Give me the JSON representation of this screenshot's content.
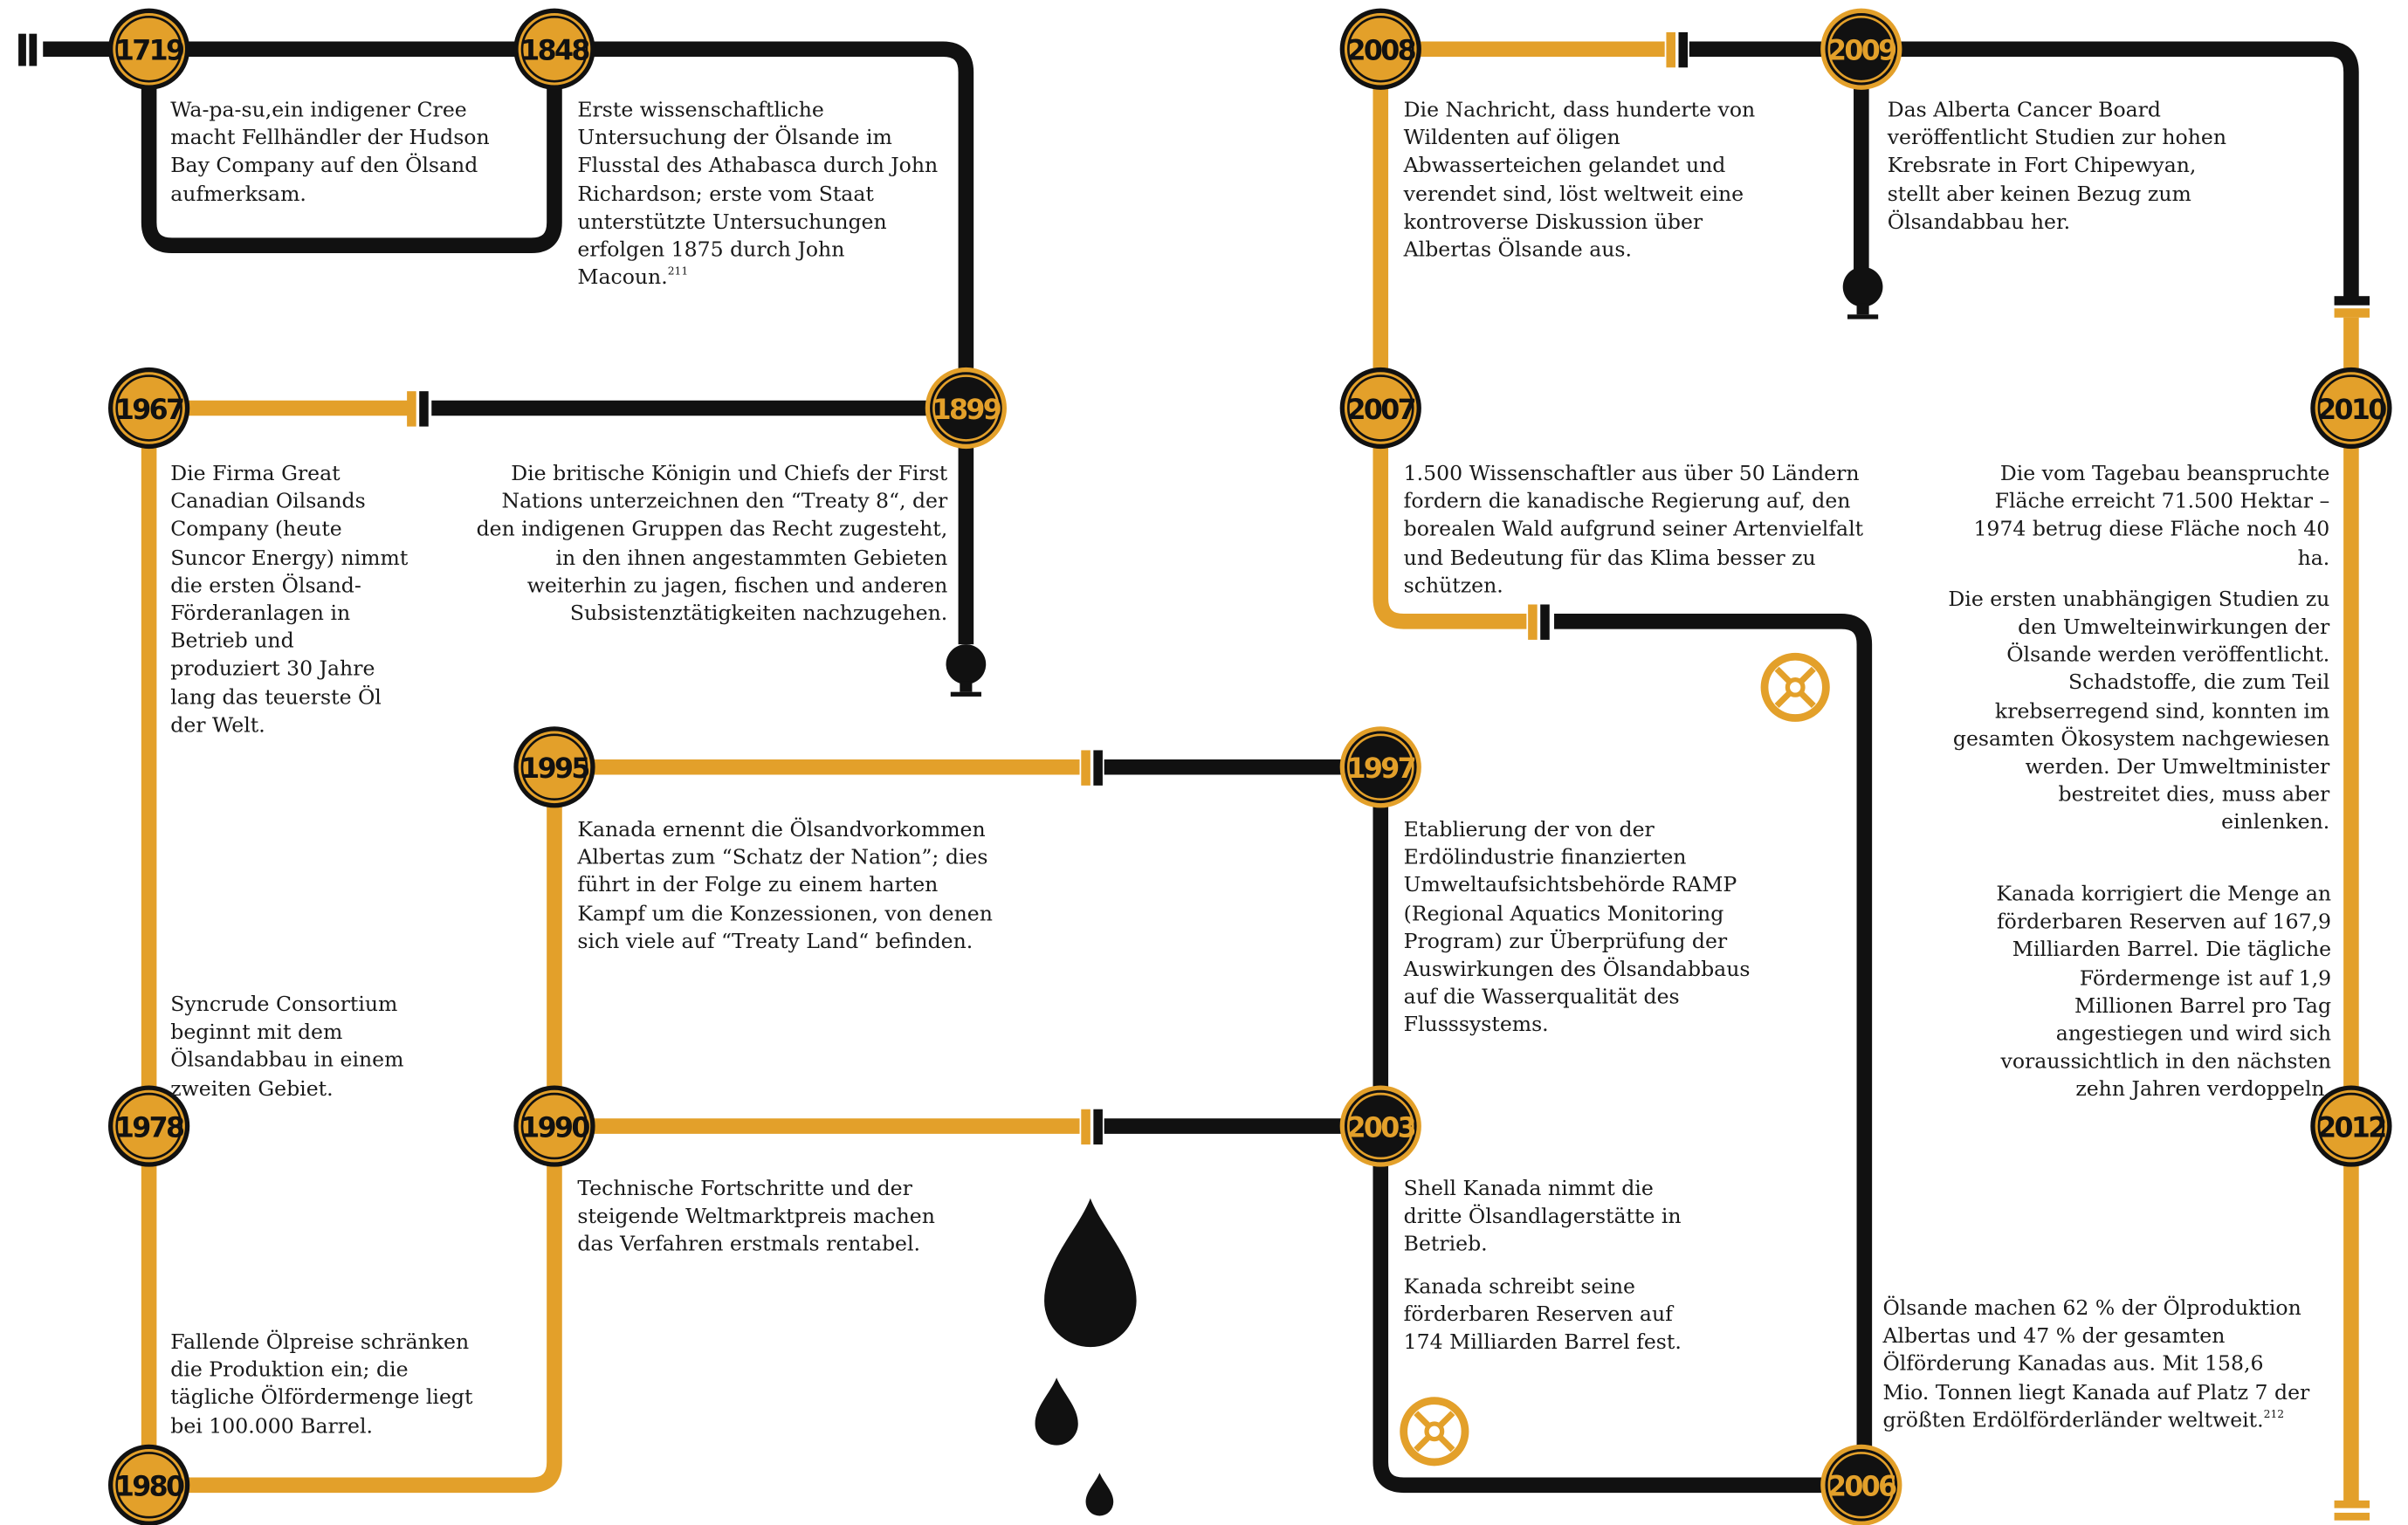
{
  "colors": {
    "black": "#111111",
    "orange": "#e3a02a"
  },
  "entries": [
    {
      "year": "1719",
      "text": "Wa-pa-su,ein indigener Cree macht Fellhändler der Hudson Bay Company auf den Ölsand aufmerksam."
    },
    {
      "year": "1848",
      "text": "Erste wissenschaftliche Untersuchung der Ölsande im Flusstal des Athabasca durch John Richardson; erste vom Staat unterstützte Untersuchungen erfolgen 1875 durch John Macoun.",
      "note": "211"
    },
    {
      "year": "1899",
      "text": "Die britische Königin und Chiefs der First Nations unterzeichnen den “Treaty 8“, der den indigenen Gruppen das Recht zugesteht, in den ihnen angestammten Gebieten weiterhin zu jagen, fischen und anderen Subsistenztätigkeiten nachzugehen."
    },
    {
      "year": "1967",
      "text": "Die Firma Great Canadian Oilsands Company (heute Suncor Energy) nimmt die ersten Ölsand-Förderanlagen in Betrieb und produziert 30 Jahre lang das teuerste Öl der Welt."
    },
    {
      "year": "1978",
      "text": "Syncrude Consortium beginnt mit dem Ölsandabbau in einem zweiten Gebiet."
    },
    {
      "year": "1980",
      "text": "Fallende Ölpreise schränken die Produktion ein; die tägliche Ölfördermenge liegt bei 100.000 Barrel."
    },
    {
      "year": "1990",
      "text": "Technische Fortschritte und der steigende Weltmarktpreis machen das Verfahren erstmals rentabel."
    },
    {
      "year": "1995",
      "text": "Kanada ernennt die Ölsandvorkommen Albertas zum “Schatz der Nation”; dies führt in der Folge zu einem harten Kampf um die Konzessionen, von denen sich viele auf “Treaty Land“ befinden."
    },
    {
      "year": "1997",
      "text": "Etablierung der von der Erdölindustrie finanzierten Umweltaufsichtsbehörde RAMP (Regional Aquatics Monitoring Program) zur Überprüfung der Auswirkungen des Ölsandabbaus auf die Wasserqualität des Flusssystems."
    },
    {
      "year": "2003",
      "text": "Shell Kanada nimmt die dritte Ölsandlagerstätte in Betrieb.",
      "text2": "Kanada schreibt seine förderbaren Reserven auf 174 Milliarden Barrel fest."
    },
    {
      "year": "2006",
      "text": "Ölsande machen 62 % der Ölproduktion Albertas und 47 % der gesamten Ölförderung Kanadas aus. Mit 158,6 Mio. Tonnen liegt Kanada auf Platz 7 der größten Erdölförderländer weltweit.",
      "note": "212"
    },
    {
      "year": "2007",
      "text": "1.500 Wissenschaftler aus über 50 Ländern fordern die kanadische Regierung auf, den borealen Wald aufgrund seiner Artenvielfalt und Bedeutung für das Klima besser zu schützen."
    },
    {
      "year": "2008",
      "text": "Die Nachricht, dass hunderte von Wildenten auf öligen Abwasserteichen gelandet und verendet sind, löst weltweit eine kontroverse Diskussion über Albertas Ölsande aus."
    },
    {
      "year": "2009",
      "text": "Das Alberta Cancer Board veröffentlicht Studien zur hohen Krebsrate in Fort Chipewyan, stellt aber keinen Bezug zum Ölsandabbau her."
    },
    {
      "year": "2010",
      "text": "Die vom Tagebau beanspruchte Fläche erreicht 71.500 Hektar – 1974 betrug diese Fläche noch 40 ha.",
      "text2": "Die ersten unabhängigen Studien zu den Umwelteinwirkungen der Ölsande werden veröffentlicht. Schadstoffe, die zum Teil krebserregend sind, konnten im gesamten Ökosystem nachgewiesen werden. Der Umweltminister bestreitet dies, muss aber einlenken."
    },
    {
      "year": "2012",
      "text": "Kanada korrigiert die Menge an förderbaren Reserven auf 167,9 Milliarden Barrel. Die tägliche Fördermenge ist auf 1,9 Millionen Barrel pro Tag angestiegen und wird sich voraussichtlich in den nächsten zehn Jahren verdoppeln."
    }
  ]
}
